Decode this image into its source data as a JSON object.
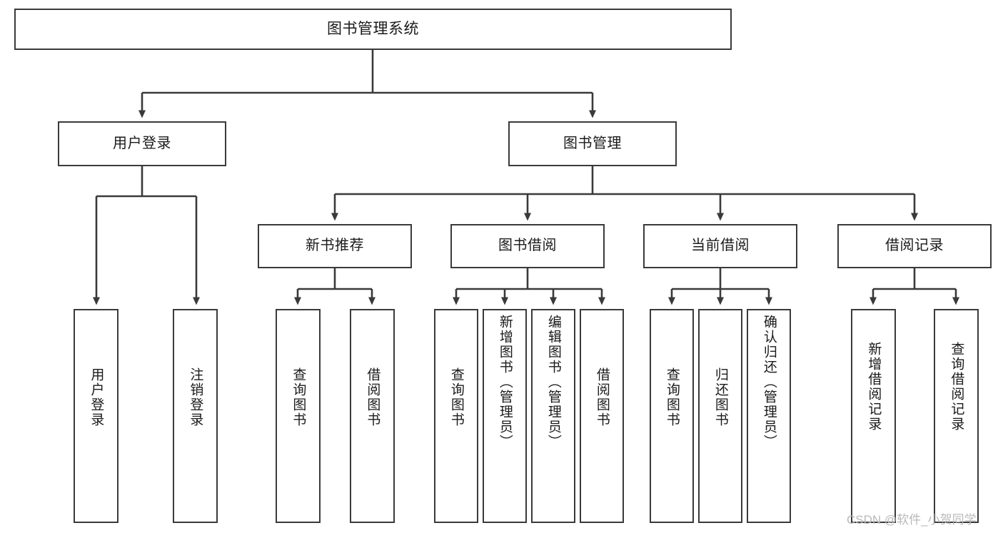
{
  "diagram": {
    "type": "tree",
    "title": "图书管理系统",
    "orientation": "top-down",
    "colors": {
      "box_border": "#3a3a3a",
      "box_fill": "#ffffff",
      "connector": "#3a3a3a",
      "text": "#1a1a1a",
      "watermark": "#b9b9b9",
      "background": "#ffffff"
    },
    "root": {
      "label": "图书管理系统"
    },
    "level2": [
      {
        "label": "用户登录"
      },
      {
        "label": "图书管理"
      }
    ],
    "level3": [
      {
        "label": "新书推荐"
      },
      {
        "label": "图书借阅"
      },
      {
        "label": "当前借阅"
      },
      {
        "label": "借阅记录"
      }
    ],
    "leaves": {
      "user_login": [
        {
          "label": "用户登录"
        },
        {
          "label": "注销登录"
        }
      ],
      "new_book_recommend": [
        {
          "label": "查询图书"
        },
        {
          "label": "借阅图书"
        }
      ],
      "book_borrow": [
        {
          "label": "查询图书"
        },
        {
          "label": "新增图书（管理员）"
        },
        {
          "label": "编辑图书（管理员）"
        },
        {
          "label": "借阅图书"
        }
      ],
      "current_borrow": [
        {
          "label": "查询图书"
        },
        {
          "label": "归还图书"
        },
        {
          "label": "确认归还（管理员）"
        }
      ],
      "borrow_record": [
        {
          "label": "新增借阅记录"
        },
        {
          "label": "查询借阅记录"
        }
      ]
    }
  },
  "watermark": {
    "text": "CSDN @软件_小贺同学"
  }
}
